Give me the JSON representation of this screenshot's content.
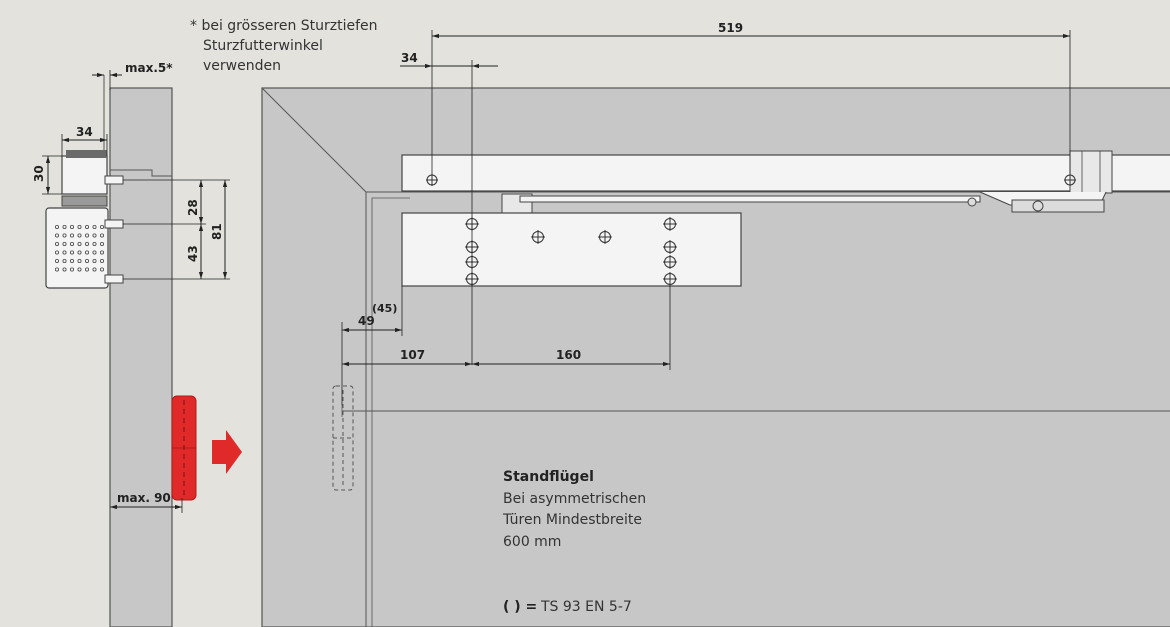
{
  "colors": {
    "background": "#e3e2dc",
    "wall": "#c7c7c7",
    "line": "#555555",
    "hinge_red": "#e02a2a",
    "part_fill": "#f4f4f4"
  },
  "note_top": {
    "line1": "* bei grösseren Sturztiefen",
    "line2": "Sturzfutterwinkel",
    "line3": "verwenden"
  },
  "dims": {
    "max5": "max.5*",
    "d34_side": "34",
    "d30": "30",
    "d28": "28",
    "d43": "43",
    "d81": "81",
    "max90": "max. 90",
    "d519": "519",
    "d34_top": "34",
    "d49": "49",
    "d45": "(45)",
    "d107": "107",
    "d160": "160"
  },
  "standfluegel": {
    "title": "Standflügel",
    "line1": "Bei asymmetrischen",
    "line2": "Türen Mindestbreite",
    "line3": "600 mm"
  },
  "legend": {
    "symbol": "( ) =",
    "text": "TS 93 EN 5-7"
  },
  "icons": {
    "arrow": "red-arrow-icon"
  }
}
